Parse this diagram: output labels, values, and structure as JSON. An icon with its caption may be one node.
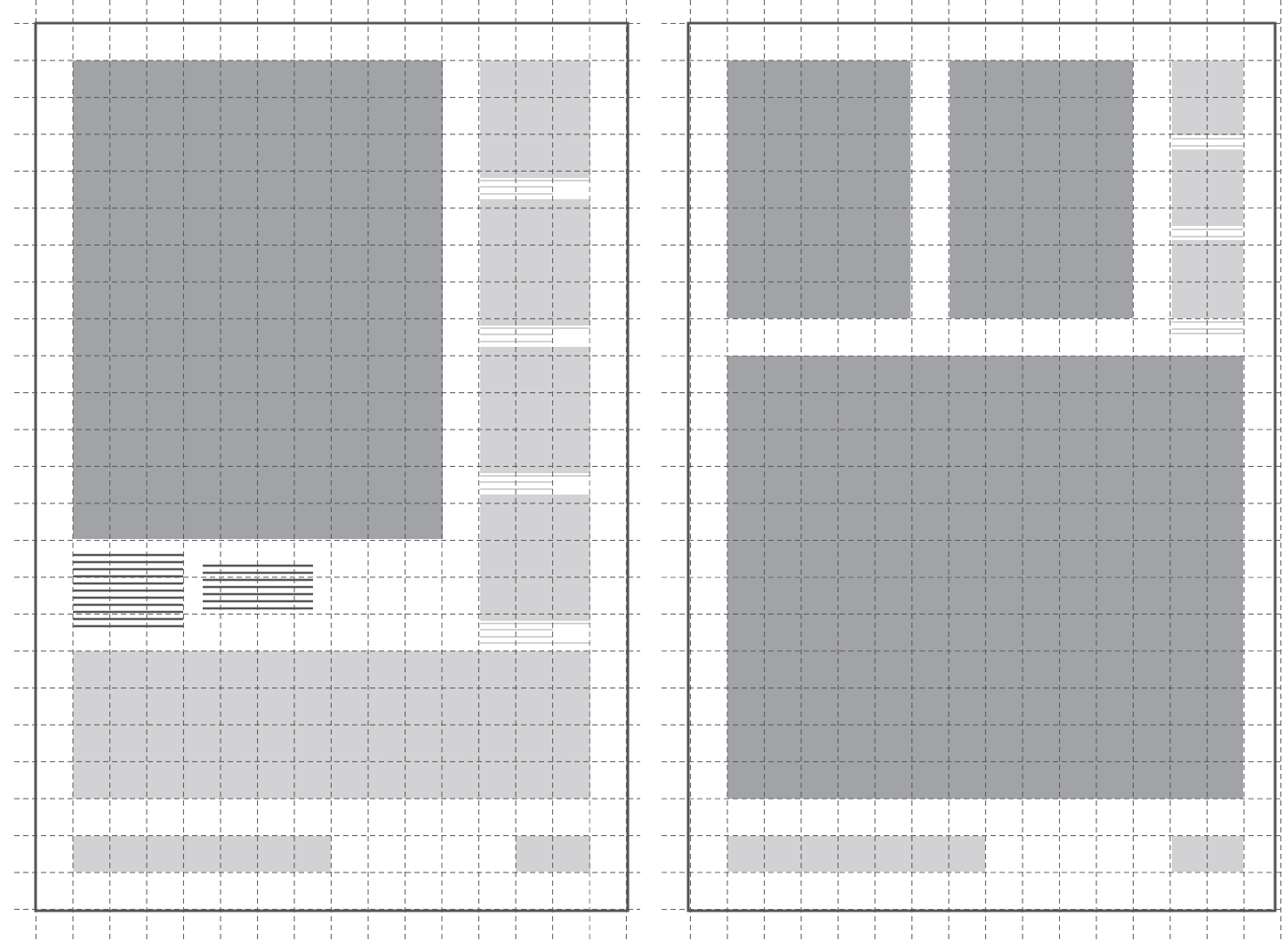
{
  "diagram": {
    "nodes": [
      {
        "text": [],
        "shape": "box"
      },
      {
        "text": [],
        "shape": "box",
        "in": 0
      },
      {
        "text": [],
        "shape": "box",
        "in": 0
      },
      {
        "text": [],
        "shape": "box",
        "in": 0
      },
      {
        "text": [],
        "shape": "box",
        "in": 0
      },
      {
        "text": [],
        "shape": "box",
        "in": 0
      },
      {
        "text": [],
        "shape": "box"
      },
      {
        "text": [],
        "shape": "box",
        "in": 6
      },
      {
        "text": [],
        "shape": "box",
        "in": 6
      },
      {
        "text": [],
        "shape": "box",
        "in": 6
      },
      {
        "text": [],
        "shape": "box",
        "in": 6
      },
      {
        "text": [],
        "shape": "box",
        "in": 6
      },
      {
        "text": [],
        "shape": "box",
        "in": 6
      }
    ]
  }
}
